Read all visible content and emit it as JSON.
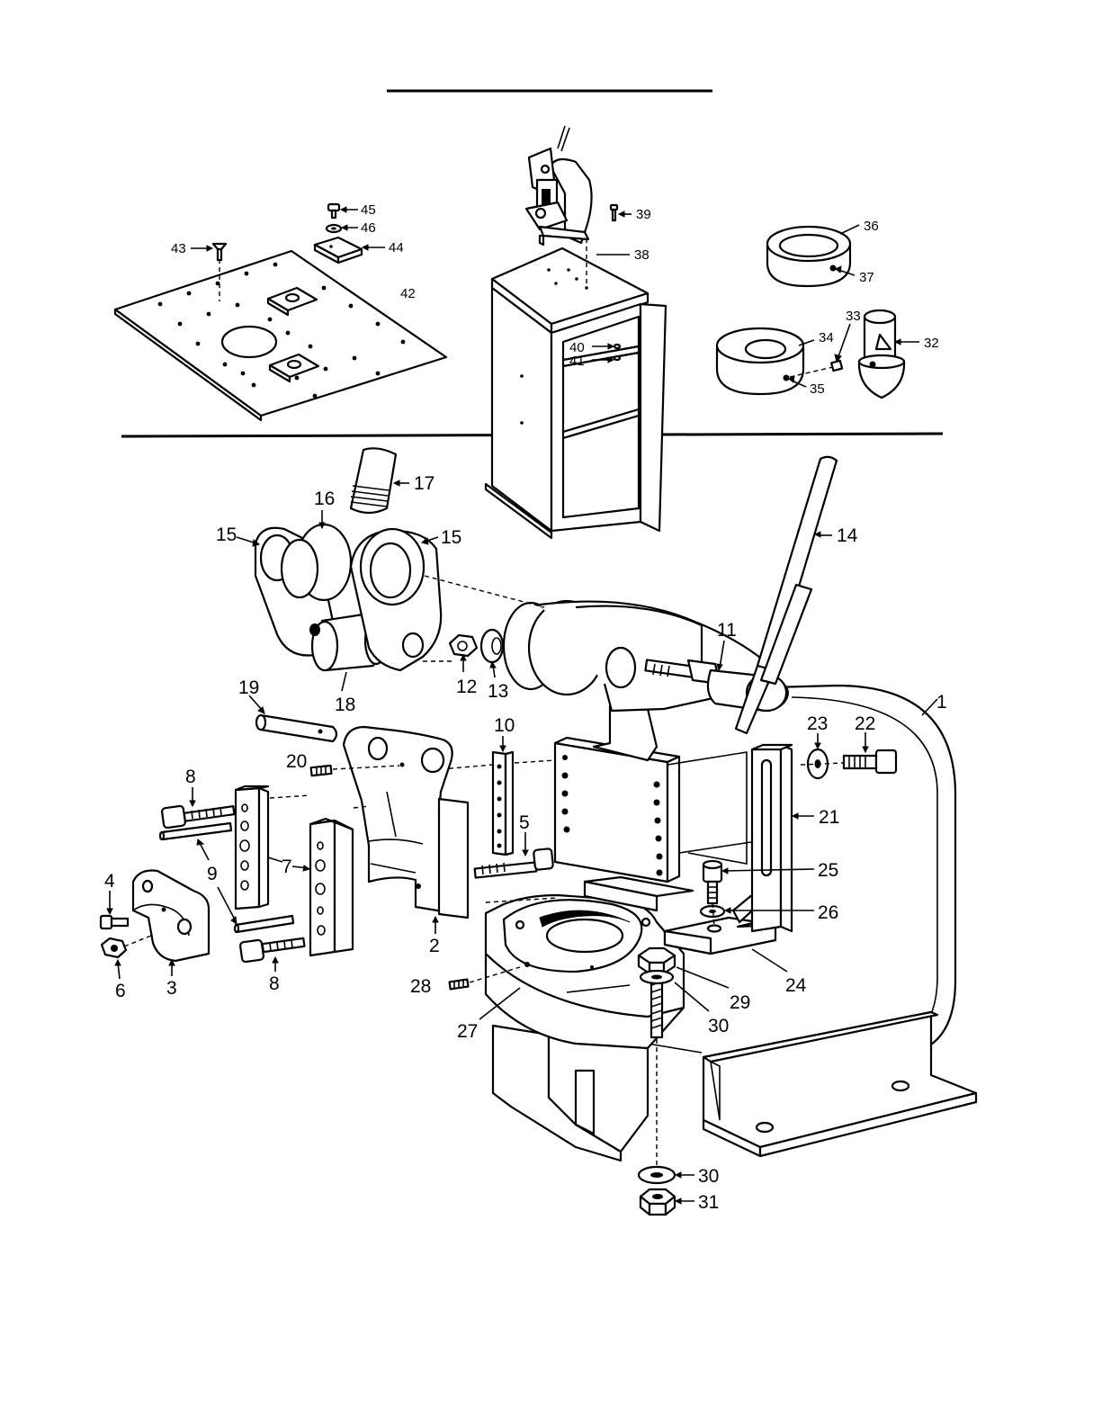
{
  "top_callouts": {
    "c36": "36",
    "c37": "37",
    "c33": "33",
    "c32": "32",
    "c34": "34",
    "c35": "35",
    "c38": "38",
    "c39": "39",
    "c40": "40",
    "c41": "41",
    "c42": "42",
    "c43": "43",
    "c44": "44",
    "c45": "45",
    "c46": "46"
  },
  "bottom_callouts": {
    "c1": "1",
    "c2": "2",
    "c3": "3",
    "c4": "4",
    "c5": "5",
    "c6": "6",
    "c7": "7",
    "c8a": "8",
    "c8b": "8",
    "c9": "9",
    "c10": "10",
    "c11": "11",
    "c12": "12",
    "c13": "13",
    "c14": "14",
    "c15a": "15",
    "c15b": "15",
    "c16": "16",
    "c17": "17",
    "c18": "18",
    "c19": "19",
    "c20": "20",
    "c21": "21",
    "c22": "22",
    "c23": "23",
    "c24": "24",
    "c25": "25",
    "c26": "26",
    "c27": "27",
    "c28": "28",
    "c29": "29",
    "c30a": "30",
    "c30b": "30",
    "c31": "31"
  }
}
